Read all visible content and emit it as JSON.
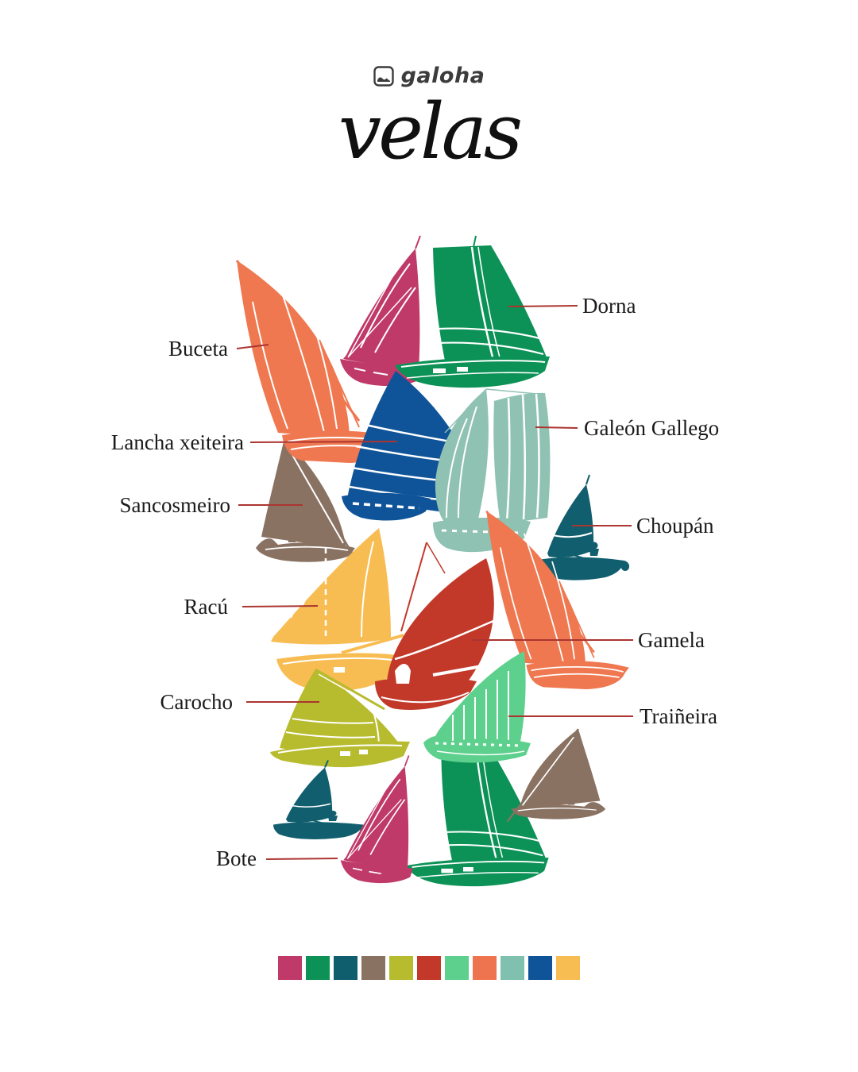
{
  "header": {
    "brand": "galoha",
    "title": "velas"
  },
  "colors": {
    "connector": "#ab3530",
    "text": "#1b1b1b",
    "brand_gray": "#3c3c3c"
  },
  "labels": {
    "buceta": "Buceta",
    "dorna": "Dorna",
    "lancha": "Lancha xeiteira",
    "galeon": "Galeón Gallego",
    "sancosmeiro": "Sancosmeiro",
    "choupan": "Choupán",
    "racu": "Racú",
    "gamela": "Gamela",
    "carocho": "Carocho",
    "traineira": "Traiñeira",
    "bote": "Bote"
  },
  "boats": {
    "buceta": {
      "color": "#ef7850"
    },
    "bote": {
      "color": "#bf3a68"
    },
    "dorna": {
      "color": "#0c9257"
    },
    "lancha": {
      "color": "#0f5498"
    },
    "galeon": {
      "color": "#8fc2b2"
    },
    "sancosmeiro": {
      "color": "#8a7263"
    },
    "choupan": {
      "color": "#115e6e"
    },
    "racu": {
      "color": "#f8bd52"
    },
    "gamela": {
      "color": "#c2392a"
    },
    "carocho": {
      "color": "#b7bb2e"
    },
    "traineira": {
      "color": "#5ed08d"
    }
  },
  "palette": [
    "#bf3a68",
    "#0c9257",
    "#0e5e6d",
    "#8a7263",
    "#b7bb2e",
    "#c2392a",
    "#5ed08d",
    "#ee7450",
    "#7fc0ae",
    "#0f5498",
    "#f8bd52"
  ]
}
